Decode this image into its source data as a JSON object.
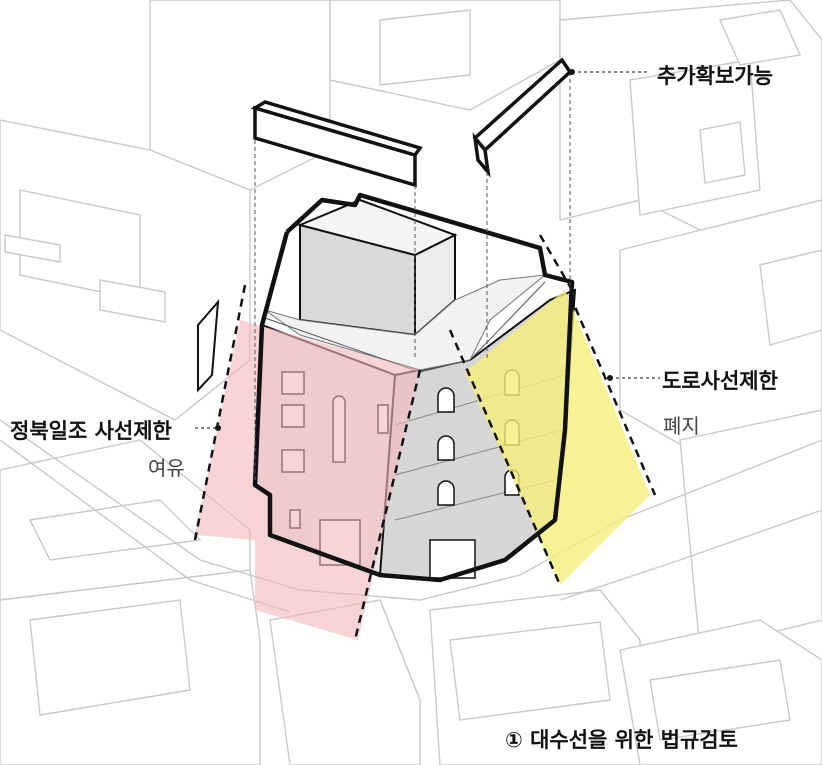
{
  "labels": {
    "extra": "추가확보가능",
    "road_limit": "도로사선제한",
    "road_limit_sub": "폐지",
    "north_limit": "정북일조 사선제한",
    "north_limit_sub": "여유",
    "caption": "① 대수선을 위한 법규검토"
  },
  "colors": {
    "north_zone": "#f4b8bc",
    "road_zone": "#f5f07a",
    "outline": "#111111",
    "context_line": "#c9c9c9",
    "building_gray": "#d6d6d6"
  }
}
